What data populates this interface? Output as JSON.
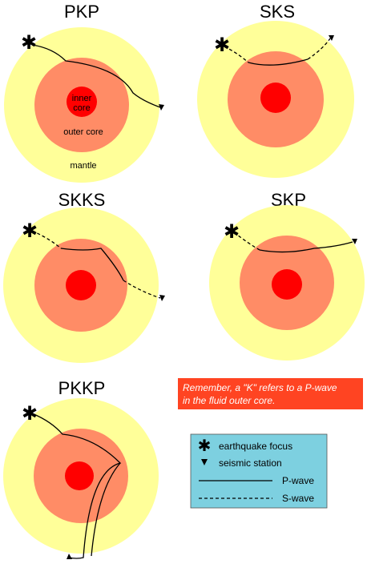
{
  "panels": [
    {
      "id": "pkp",
      "title": "PKP"
    },
    {
      "id": "sks",
      "title": "SKS"
    },
    {
      "id": "skks",
      "title": "SKKS"
    },
    {
      "id": "skp",
      "title": "SKP"
    },
    {
      "id": "pkkp",
      "title": "PKKP"
    }
  ],
  "layer_labels": {
    "inner_core_line1": "inner",
    "inner_core_line2": "core",
    "outer_core": "outer core",
    "mantle": "mantle"
  },
  "note": {
    "line1": "Remember, a \"K\" refers to a P-wave",
    "line2": "in the fluid outer core."
  },
  "legend": {
    "focus": "earthquake focus",
    "station": "seismic station",
    "p_wave": "P-wave",
    "s_wave": "S-wave"
  },
  "colors": {
    "mantle": "#ffff99",
    "outer_core": "#ff8c66",
    "inner_core": "#ff0000",
    "note_bg": "#ff4422",
    "legend_bg": "#7dd0e0"
  }
}
